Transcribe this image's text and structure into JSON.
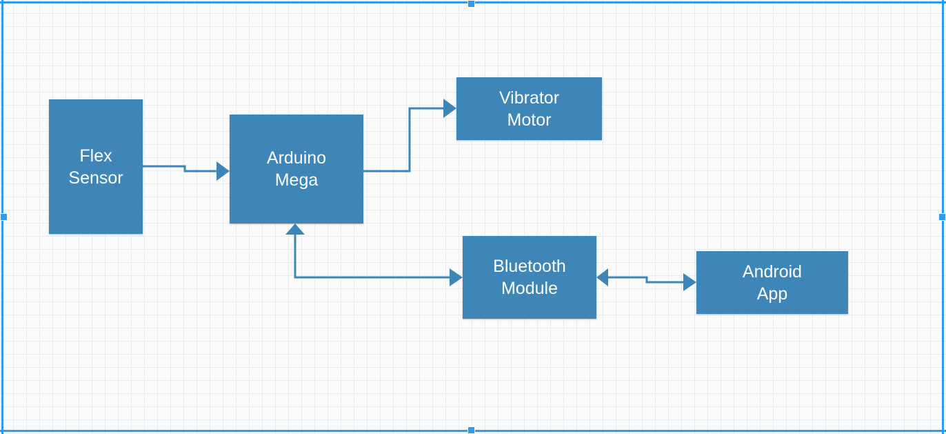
{
  "diagram": {
    "nodes": [
      {
        "id": "flex-sensor",
        "label": "Flex\nSensor"
      },
      {
        "id": "arduino-mega",
        "label": "Arduino\nMega"
      },
      {
        "id": "vibrator-motor",
        "label": "Vibrator\nMotor"
      },
      {
        "id": "bluetooth-module",
        "label": "Bluetooth\nModule"
      },
      {
        "id": "android-app",
        "label": "Android\nApp"
      }
    ],
    "edges": [
      {
        "from": "flex-sensor",
        "to": "arduino-mega",
        "direction": "forward"
      },
      {
        "from": "arduino-mega",
        "to": "vibrator-motor",
        "direction": "forward"
      },
      {
        "from": "arduino-mega",
        "to": "bluetooth-module",
        "direction": "both"
      },
      {
        "from": "bluetooth-module",
        "to": "android-app",
        "direction": "both"
      }
    ],
    "colors": {
      "node_fill": "#3f86b8",
      "edge": "#3f86b8",
      "selection": "#2f9bf0",
      "grid": "#e9ecef"
    }
  }
}
